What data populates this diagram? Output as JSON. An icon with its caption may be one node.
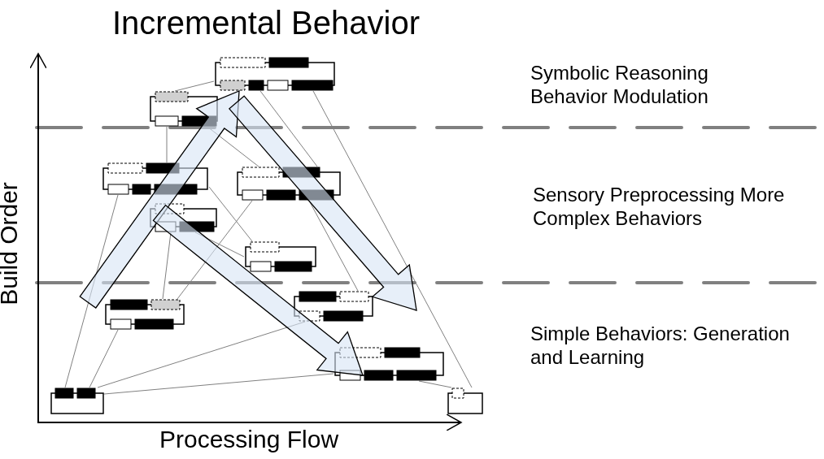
{
  "diagram": {
    "title": "Incremental Behavior",
    "nodes": [
      {
        "text": [],
        "shape": "box"
      },
      {
        "text": [],
        "shape": "box"
      },
      {
        "text": [],
        "shape": "box"
      },
      {
        "text": [],
        "shape": "box"
      },
      {
        "text": [],
        "shape": "box"
      },
      {
        "text": [],
        "shape": "box"
      },
      {
        "text": [],
        "shape": "box"
      },
      {
        "text": [],
        "shape": "box"
      },
      {
        "text": [],
        "shape": "box"
      },
      {
        "text": [],
        "shape": "box"
      },
      {
        "text": [],
        "shape": "box"
      }
    ],
    "edges": [
      {
        "from": 1,
        "to": 0,
        "arrow": "none"
      },
      {
        "from": 1,
        "to": 2,
        "arrow": "none"
      },
      {
        "from": 1,
        "to": 3,
        "arrow": "none"
      },
      {
        "from": 0,
        "to": 3,
        "arrow": "none"
      },
      {
        "from": 0,
        "to": 10,
        "arrow": "none"
      },
      {
        "from": 2,
        "to": 9,
        "arrow": "none"
      },
      {
        "from": 2,
        "to": 5,
        "arrow": "none"
      },
      {
        "from": 7,
        "to": 4,
        "arrow": "none"
      },
      {
        "from": 7,
        "to": 3,
        "arrow": "none"
      },
      {
        "from": 3,
        "to": 6,
        "arrow": "none"
      },
      {
        "from": 4,
        "to": 5,
        "arrow": "none"
      },
      {
        "from": 9,
        "to": 7,
        "arrow": "none"
      },
      {
        "from": 9,
        "to": 6,
        "arrow": "none"
      },
      {
        "from": 9,
        "to": 8,
        "arrow": "none"
      },
      {
        "from": 8,
        "to": 10,
        "arrow": "none"
      },
      {
        "from": 7,
        "to": 0,
        "arrow": "to",
        "style": "thick"
      },
      {
        "from": 0,
        "to": 6,
        "arrow": "to",
        "style": "thick"
      },
      {
        "from": 4,
        "to": 8,
        "arrow": "to",
        "style": "thick"
      }
    ],
    "labels": [
      "Symbolic Reasoning Behavior Modulation",
      "Sensory Preprocessing More Complex Behaviors",
      "Simple Behaviors: Generation and Learning",
      "Build Order",
      "Processing Flow"
    ]
  }
}
